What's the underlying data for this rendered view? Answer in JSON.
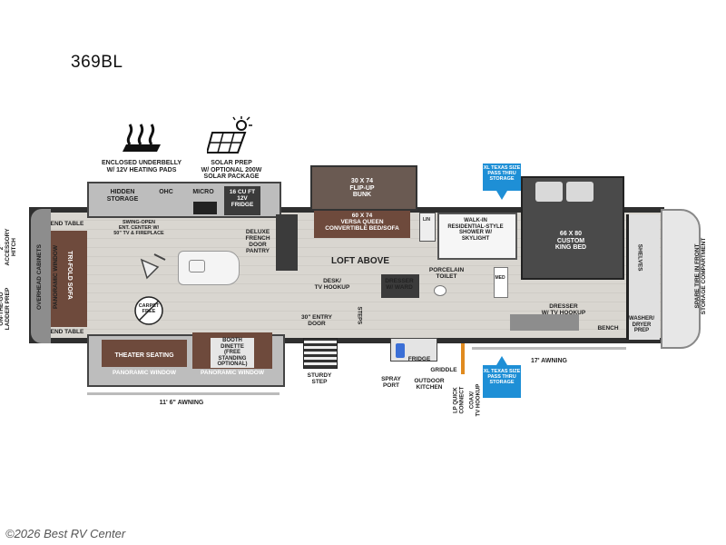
{
  "model": "369BL",
  "features": {
    "heating": "ENCLOSED UNDERBELLY\nW/ 12V HEATING PADS",
    "solar": "SOLAR PREP\nW/ OPTIONAL 200W\nSOLAR PACKAGE"
  },
  "labels": {
    "accessory_hitch": "2\" ACCESSORY\nHITCH",
    "ladder_prep": "ON-THE-GO\nLADDER PREP",
    "end_table_top": "END TABLE",
    "end_table_bottom": "END TABLE",
    "overhead_cabinets": "OVERHEAD CABINETS",
    "panoramic_window_front": "PANORAMIC WINDOW",
    "tri_fold_sofa": "TRI-FOLD SOFA",
    "hidden_storage": "HIDDEN\nSTORAGE",
    "ohc": "OHC",
    "micro": "MICRO",
    "fridge_12v": "16 CU FT\n12V\nFRIDGE",
    "ent_center": "SWING-OPEN\nENT. CENTER W/\n50\" TV & FIREPLACE",
    "pantry": "DELUXE\nFRENCH\nDOOR\nPANTRY",
    "carpet": "CARPET\nFREE",
    "flip_up_bunk": "30 X 74\nFLIP-UP\nBUNK",
    "versa_queen": "60 X 74\nVERSA QUEEN\nCONVERTIBLE BED/SOFA",
    "loft_above": "LOFT ABOVE",
    "desk": "DESK/\nTV HOOKUP",
    "dresser_ward": "DRESSER\nW/ WARD",
    "steps": "STEPS",
    "lin": "LIN",
    "walk_in_shower": "WALK-IN\nRESIDENTIAL-STYLE\nSHOWER W/\nSKYLIGHT",
    "porcelain_toilet": "PORCELAIN\nTOILET",
    "med": "MED",
    "xl_storage_top": "XL TEXAS SIZE\nPASS THRU\nSTORAGE",
    "king_bed": "66 X 80\nCUSTOM\nKING BED",
    "dresser_tv": "DRESSER\nW/ TV HOOKUP",
    "bench": "BENCH",
    "shelves": "SHELVES",
    "washer_dryer": "WASHER/\nDRYER\nPREP",
    "spare_tire": "SPARE TIRE IN FRONT\nSTORAGE COMPARTMENT",
    "theater_seating": "THEATER SEATING",
    "panoramic_window_left": "PANORAMIC WINDOW",
    "booth_dinette": "BOOTH\nDINETTE\n(FREE\nSTANDING\nOPTIONAL)",
    "panoramic_window_right": "PANORAMIC WINDOW",
    "entry_door": "30\" ENTRY\nDOOR",
    "sturdy_step": "STURDY\nSTEP",
    "awning_left": "11' 6\" AWNING",
    "spray_port": "SPRAY\nPORT",
    "fridge": "FRIDGE",
    "griddle": "GRIDDLE",
    "outdoor_kitchen": "OUTDOOR\nKITCHEN",
    "lp_quick_connect": "LP QUICK\nCONNECT",
    "coax_tv": "COAX/\nTV HOOKUP",
    "xl_storage_bottom": "XL TEXAS SIZE\nPASS THRU\nSTORAGE",
    "awning_right": "17' AWNING"
  },
  "footer": "©2026 Best RV Center",
  "colors": {
    "wood_floor": "#d6d3cd",
    "brown_furniture": "#6e4a3c",
    "dark_gray": "#3b3b3b",
    "accent_blue": "#1e8fd6"
  }
}
